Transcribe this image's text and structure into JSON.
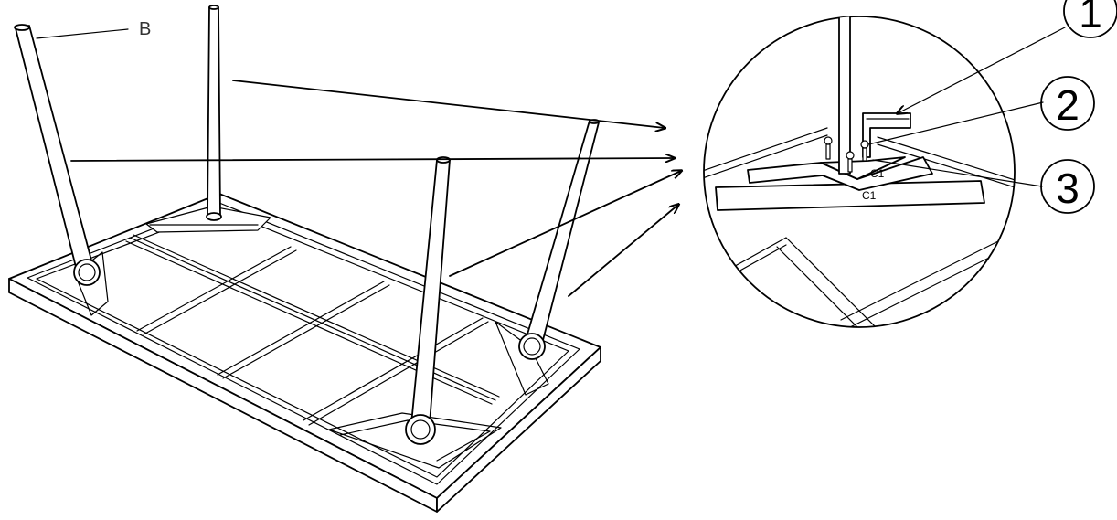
{
  "labels": {
    "leg": "B",
    "callouts": [
      "1",
      "2",
      "3"
    ],
    "brace_upper": "C1",
    "brace_lower": "C1"
  }
}
